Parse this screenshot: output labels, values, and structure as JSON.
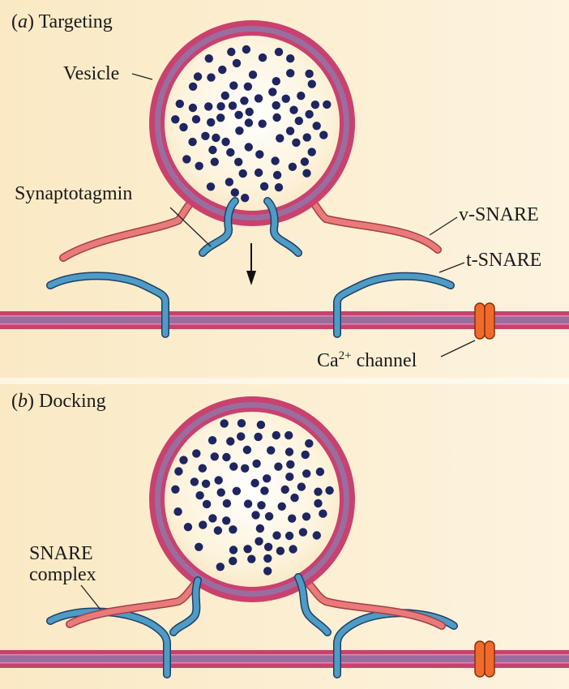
{
  "panels": {
    "a": {
      "letter": "a",
      "title": "Targeting",
      "labels": {
        "vesicle": "Vesicle",
        "synaptotagmin": "Synaptotagmin",
        "v_snare": "v-SNARE",
        "t_snare": "t-SNARE",
        "ca_base": "Ca",
        "ca_sup": "2+",
        "ca_rest": " channel"
      }
    },
    "b": {
      "letter": "b",
      "title": "Docking",
      "labels": {
        "snare_line1": "SNARE",
        "snare_line2": "complex"
      }
    }
  },
  "colors": {
    "background": "#fbefcf",
    "membrane_outer": "#c9416e",
    "membrane_inner": "#9a6da0",
    "vesicle_fill": "#fdf8e8",
    "neurotransmitter": "#1e2560",
    "v_snare": "#e97a7a",
    "t_snare": "#4e9bc6",
    "synaptotagmin": "#4e9bc6",
    "ca_channel": "#ef6b2d",
    "leader_line": "#222222"
  }
}
